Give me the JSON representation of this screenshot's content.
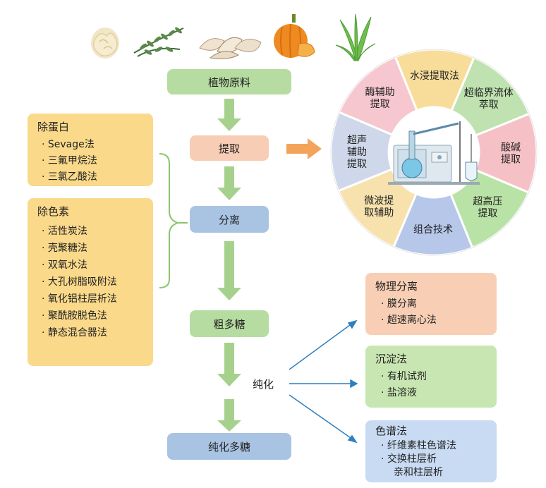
{
  "flow": {
    "raw": "植物原料",
    "extract": "提取",
    "separate": "分离",
    "crude": "粗多糖",
    "purify_label": "纯化",
    "pure": "纯化多糖"
  },
  "protein_panel": {
    "title": "除蛋白",
    "items": [
      "· Sevage法",
      "· 三氟甲烷法",
      "· 三氯乙酸法"
    ]
  },
  "pigment_panel": {
    "title": "除色素",
    "items": [
      "· 活性炭法",
      "· 壳聚糖法",
      "· 双氧水法",
      "· 大孔树脂吸附法",
      "· 氧化铝柱层析法",
      "· 聚酰胺脱色法",
      "· 静态混合器法"
    ]
  },
  "wheel": {
    "segments": [
      {
        "label": "水浸提取法",
        "color": "#f8dd9a"
      },
      {
        "label": "超临界流体萃取",
        "color": "#bfe2b0"
      },
      {
        "label": "酸碱提取",
        "color": "#f6c1c6"
      },
      {
        "label": "超高压提取",
        "color": "#b9e3a6"
      },
      {
        "label": "组合技术",
        "color": "#b6c7ea"
      },
      {
        "label": "微波提取辅助",
        "color": "#f7e2ae"
      },
      {
        "label": "超声辅助提取",
        "color": "#cfd8ea"
      },
      {
        "label": "酶辅助提取",
        "color": "#f6c7cf"
      }
    ]
  },
  "methods": [
    {
      "title": "物理分离",
      "items": [
        "· 膜分离",
        "· 超速离心法"
      ],
      "color": "#f8cfb5"
    },
    {
      "title": "沉淀法",
      "items": [
        "· 有机试剂",
        "· 盐溶液"
      ],
      "color": "#c8e6b1"
    },
    {
      "title": "色谱法",
      "items": [
        "· 纤维素柱色谱法",
        "· 交换柱层析",
        "亲和柱层析"
      ],
      "color": "#c9dbf2"
    }
  ],
  "colors": {
    "green_box": "#b6dca1",
    "peach_box": "#f8cdb5",
    "blue_box": "#a9c4e3",
    "yellow_panel": "#fbd98a",
    "arrow_green": "#a6d18c",
    "arrow_orange": "#f4a45a",
    "arrow_blue": "#2f7fc0"
  },
  "icons": [
    "tremella-mushroom-icon",
    "herb-plant-icon",
    "dried-slices-icon",
    "pumpkin-icon",
    "aloe-icon",
    "lab-apparatus-icon"
  ]
}
